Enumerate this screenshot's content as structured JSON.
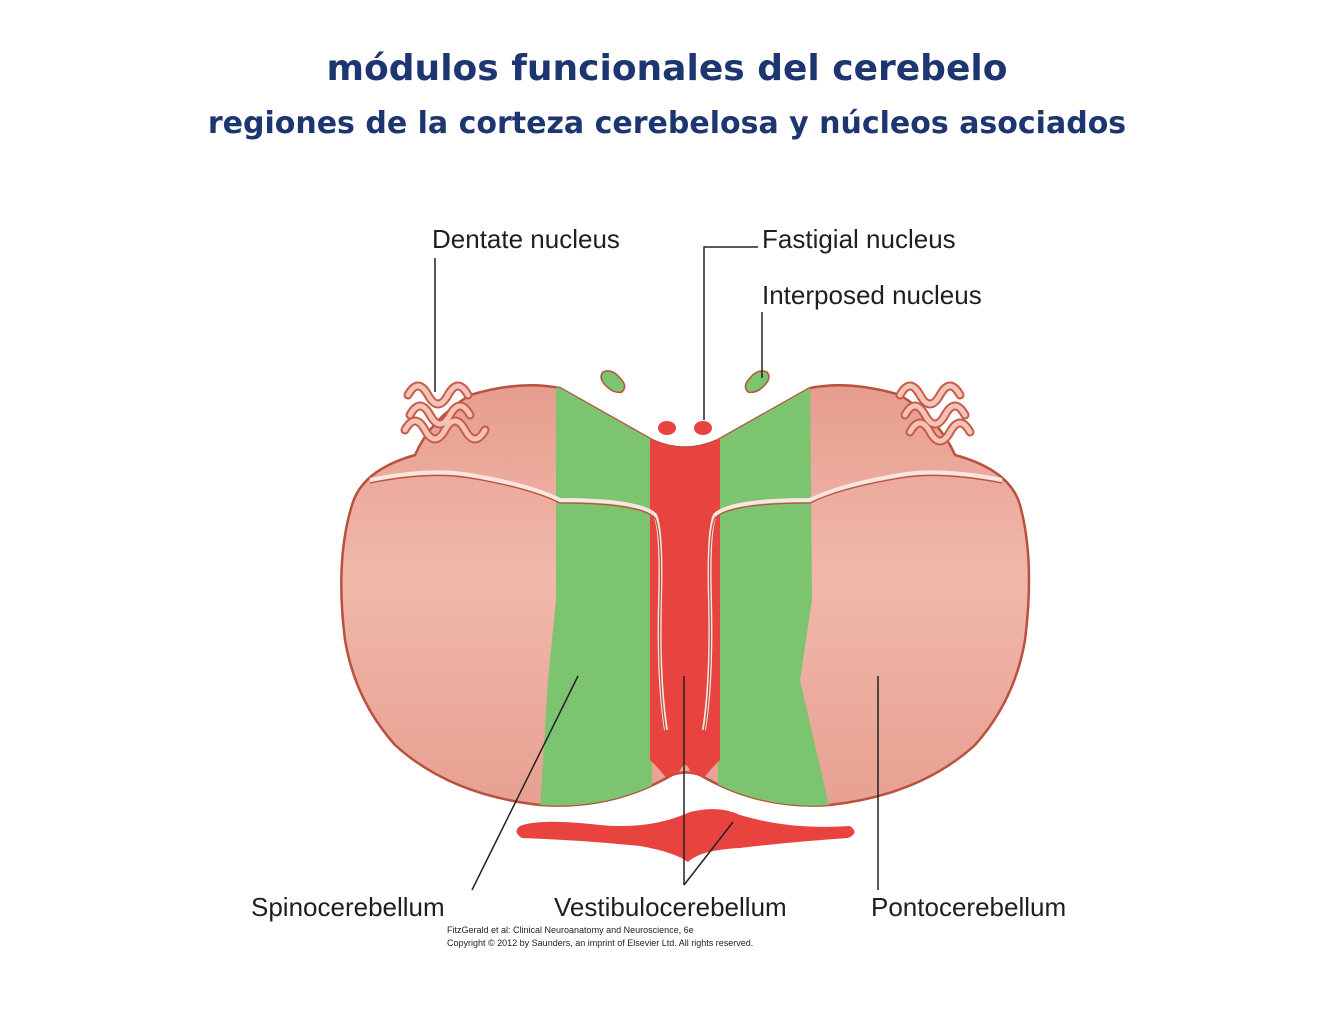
{
  "title": "módulos funcionales del cerebelo",
  "subtitle": "regiones de la corteza cerebelosa  y núcleos asociados",
  "labels": {
    "dentate": "Dentate nucleus",
    "fastigial": "Fastigial nucleus",
    "interposed": "Interposed nucleus",
    "spino": "Spinocerebellum",
    "vestibulo": "Vestibulocerebellum",
    "ponto": "Pontocerebellum"
  },
  "credit": {
    "line1": "FitzGerald et al: Clinical Neuroanatomy and Neuroscience, 6e",
    "line2": "Copyright © 2012 by Saunders, an imprint of Elsevier Ltd. All rights reserved."
  },
  "colors": {
    "title": "#1d3570",
    "pontocerebellum": "#eba89b",
    "spinocerebellum": "#7cc470",
    "vestibulocerebellum": "#e8433f",
    "outline": "#b8523f"
  }
}
